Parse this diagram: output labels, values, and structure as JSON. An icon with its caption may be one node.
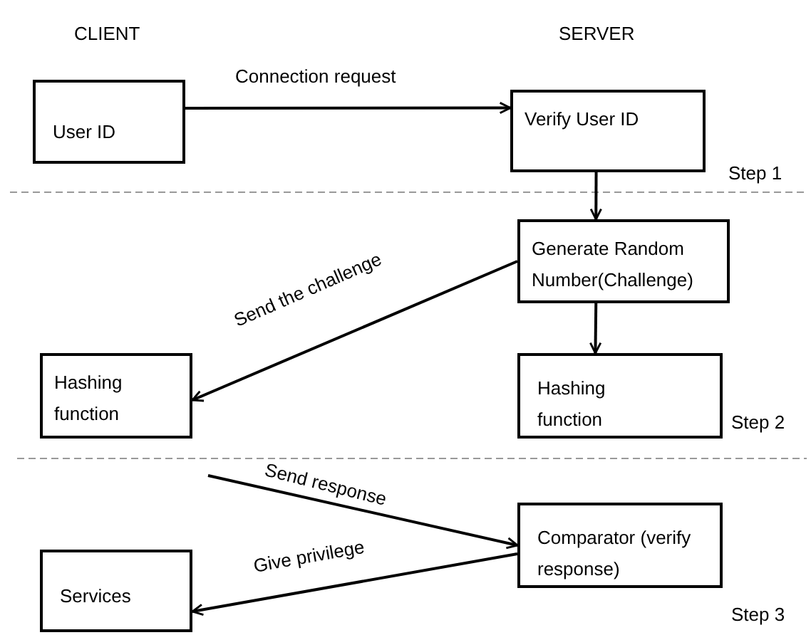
{
  "diagram": {
    "nodes": [
      {
        "text": [
          "User ID"
        ]
      },
      {
        "text": [
          "Verify User ID"
        ]
      },
      {
        "text": [
          "Generate Random Number(Challenge)"
        ]
      },
      {
        "text": [
          "Hashing function"
        ]
      },
      {
        "text": [
          "Hashing function"
        ]
      },
      {
        "text": [
          "Comparator (verify response)"
        ]
      },
      {
        "text": [
          "Services"
        ]
      }
    ],
    "edges": [
      {
        "from": 0,
        "to": 1,
        "arrow": "to",
        "label": "Connection request"
      },
      {
        "from": 1,
        "to": 2,
        "arrow": "to"
      },
      {
        "from": 2,
        "to": 3,
        "arrow": "to",
        "label": "Send the challenge"
      },
      {
        "from": 2,
        "to": 4,
        "arrow": "to"
      },
      {
        "from": null,
        "to": 5,
        "arrow": "to",
        "label": "Send response"
      },
      {
        "from": 5,
        "to": 6,
        "arrow": "to",
        "label": "Give privilege"
      }
    ],
    "labels": [
      "CLIENT",
      "SERVER",
      "Step 1",
      "Step 2",
      "Step 3"
    ]
  }
}
